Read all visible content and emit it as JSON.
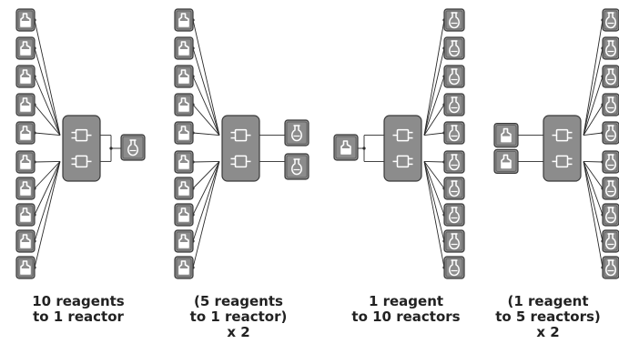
{
  "figure": {
    "colors": {
      "module_fill": "#8c8c8c",
      "module_stroke": "#3a3a3a",
      "wire": "#2a2a2a",
      "icon": "#ffffff"
    },
    "icons": {
      "reagent": "reagent-bottle-icon",
      "reactor": "reactor-flask-icon",
      "valve": "selector-valve-icon"
    },
    "configurations": [
      {
        "id": "config-1",
        "reagents": 10,
        "valves": 2,
        "reactors": 1,
        "caption": [
          "10 reagents",
          "to 1 reactor"
        ]
      },
      {
        "id": "config-2",
        "reagents": 10,
        "valves": 2,
        "reactors": 2,
        "caption": [
          "(5 reagents",
          "to 1 reactor)",
          "x 2"
        ]
      },
      {
        "id": "config-3",
        "reagents": 1,
        "valves": 2,
        "reactors": 10,
        "caption": [
          "1 reagent",
          "to 10 reactors"
        ]
      },
      {
        "id": "config-4",
        "reagents": 2,
        "valves": 2,
        "reactors": 10,
        "caption": [
          "(1 reagent",
          "to 5 reactors)",
          "x 2"
        ]
      }
    ]
  }
}
